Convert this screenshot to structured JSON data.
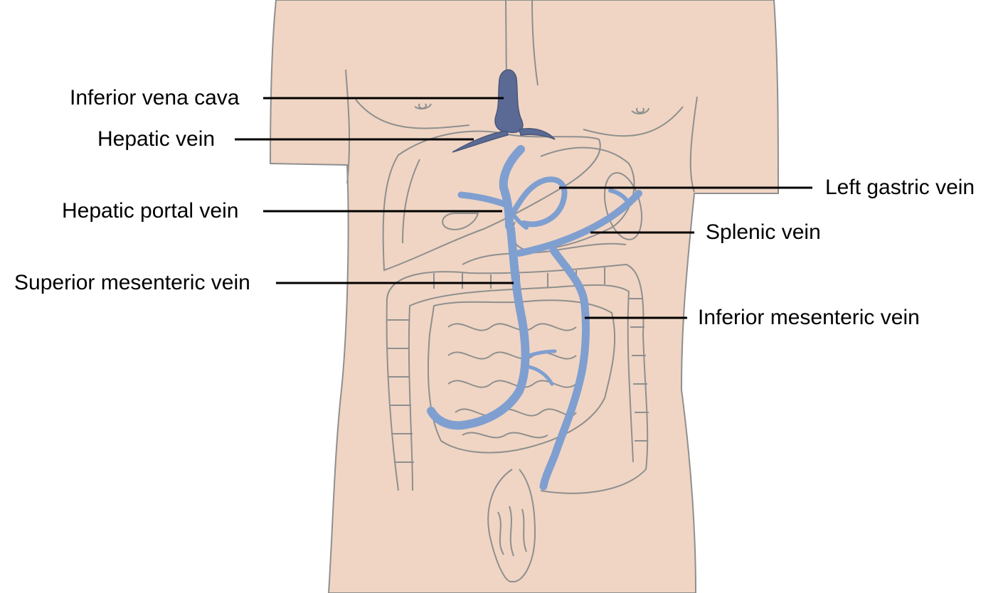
{
  "labels": {
    "ivc": "Inferior vena cava",
    "hepatic_vein": "Hepatic vein",
    "hepatic_portal_vein": "Hepatic portal vein",
    "superior_mesenteric_vein": "Superior mesenteric vein",
    "left_gastric_vein": "Left gastric vein",
    "splenic_vein": "Splenic vein",
    "inferior_mesenteric_vein": "Inferior mesenteric vein"
  },
  "colors": {
    "skin": "#f0d5c4",
    "outline": "#8f8f8f",
    "vein": "#7f9fd0",
    "ivc": "#5a6a94",
    "leader": "#000000"
  }
}
